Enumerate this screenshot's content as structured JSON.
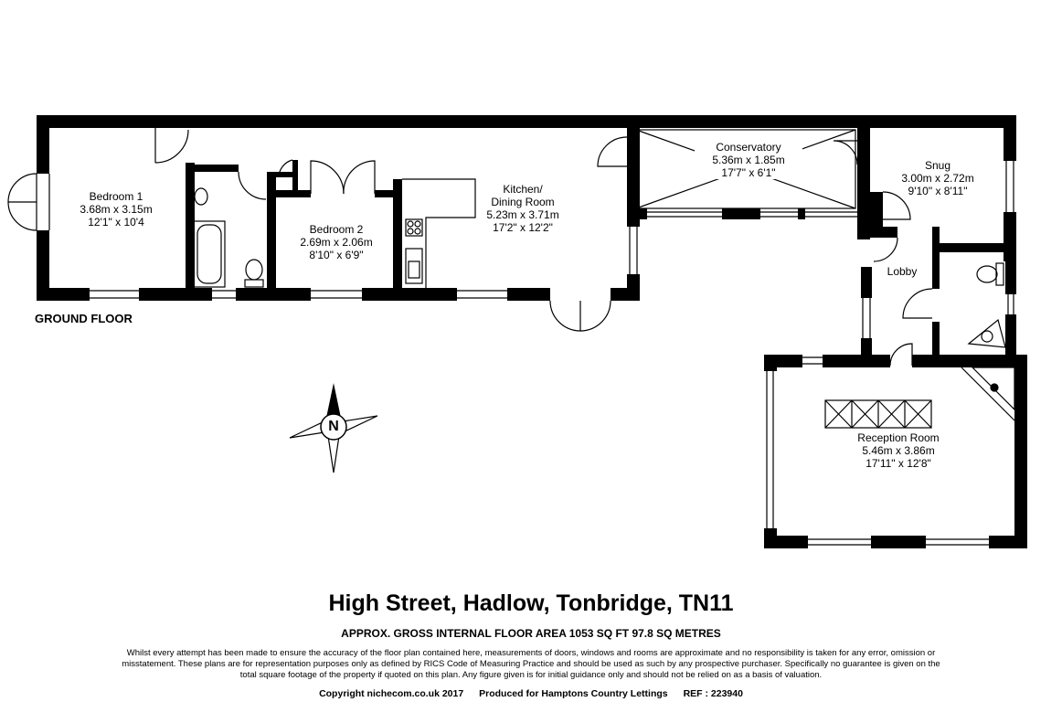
{
  "floor_label": "GROUND FLOOR",
  "rooms": {
    "bedroom1": {
      "name": "Bedroom 1",
      "metric": "3.68m x 3.15m",
      "imperial": "12'1\" x 10'4"
    },
    "bedroom2": {
      "name": "Bedroom 2",
      "metric": "2.69m x 2.06m",
      "imperial": "8'10\" x 6'9\""
    },
    "kitchen": {
      "name_line1": "Kitchen/",
      "name_line2": "Dining Room",
      "metric": "5.23m x 3.71m",
      "imperial": "17'2\" x 12'2\""
    },
    "conservatory": {
      "name": "Conservatory",
      "metric": "5.36m x 1.85m",
      "imperial": "17'7\" x 6'1\""
    },
    "snug": {
      "name": "Snug",
      "metric": "3.00m x 2.72m",
      "imperial": "9'10\" x 8'11\""
    },
    "lobby": {
      "name": "Lobby"
    },
    "reception": {
      "name": "Reception Room",
      "metric": "5.46m x 3.86m",
      "imperial": "17'11\" x 12'8\""
    }
  },
  "compass": {
    "letter": "N"
  },
  "title": "High Street, Hadlow, Tonbridge, TN11",
  "subtitle": "APPROX. GROSS INTERNAL FLOOR AREA 1053 SQ FT 97.8 SQ METRES",
  "disclaimer": "Whilst every attempt has been made to ensure the accuracy of the floor plan contained here, measurements of doors, windows and rooms are approximate and no responsibility is taken for any error, omission or misstatement. These plans are for representation purposes only as defined by RICS Code of Measuring Practice and should be used as such by any prospective purchaser. Specifically no guarantee is given on the total square footage of the property if quoted on this plan. Any figure given is for initial guidance only and should not be relied on as a basis of valuation.",
  "footer": {
    "copyright": "Copyright nichecom.co.uk 2017",
    "produced": "Produced for Hamptons Country Lettings",
    "ref": "REF : 223940"
  }
}
